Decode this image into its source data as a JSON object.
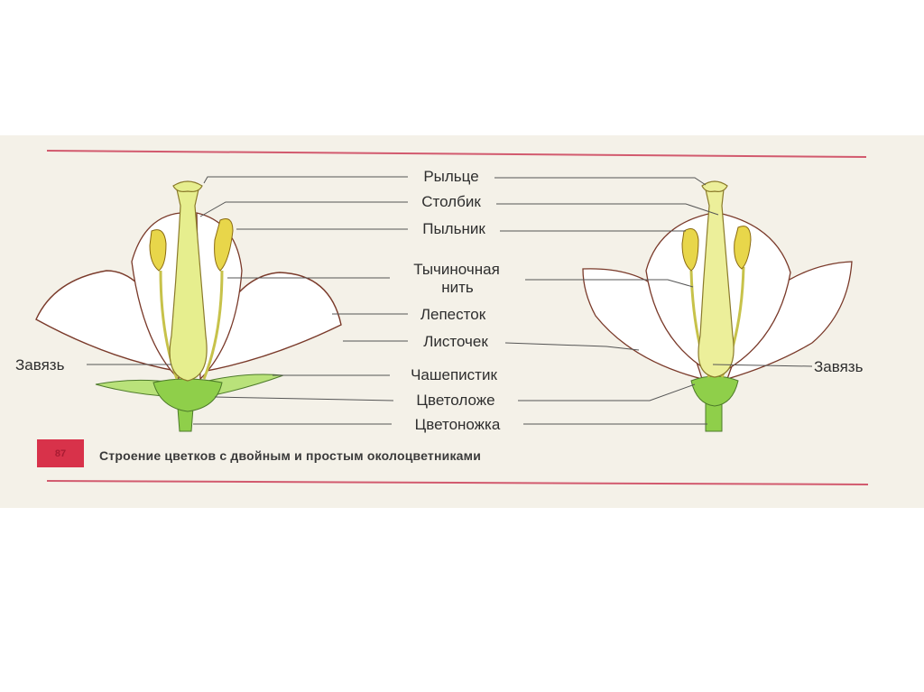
{
  "labels": {
    "stigma": "Рыльце",
    "style": "Столбик",
    "anther": "Пыльник",
    "filament_line1": "Тычиночная",
    "filament_line2": "нить",
    "petal": "Лепесток",
    "tepal": "Листочек",
    "sepal": "Чашепистик",
    "receptacle": "Цветоложе",
    "pedicel": "Цветоножка",
    "ovary_left": "Завязь",
    "ovary_right": "Завязь"
  },
  "caption": {
    "number": "87",
    "text": "Строение цветков с двойным и простым околоцветниками"
  },
  "colors": {
    "background": "#f4f1e8",
    "rule": "#d25a6e",
    "pistil": "#e6ee8e",
    "ovary": "#ecef9a",
    "receptacle_green": "#8fcf4a",
    "anther_yellow": "#e8d64a",
    "petal_fill": "#ffffff",
    "petal_outline": "#7a3a2a",
    "leader": "#555555"
  }
}
